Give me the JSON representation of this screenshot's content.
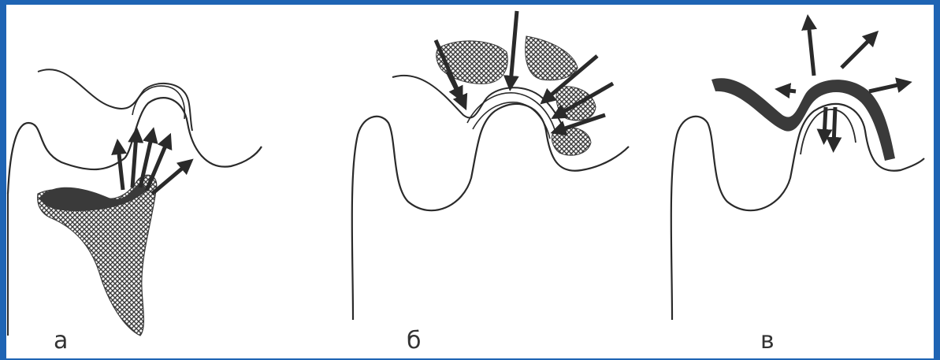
{
  "panels": [
    {
      "id": "a",
      "label": "а"
    },
    {
      "id": "b",
      "label": "б"
    },
    {
      "id": "v",
      "label": "в"
    }
  ],
  "colors": {
    "background": "#1e64b4",
    "ink": "#2a2a2a",
    "hatch": "#555555"
  }
}
